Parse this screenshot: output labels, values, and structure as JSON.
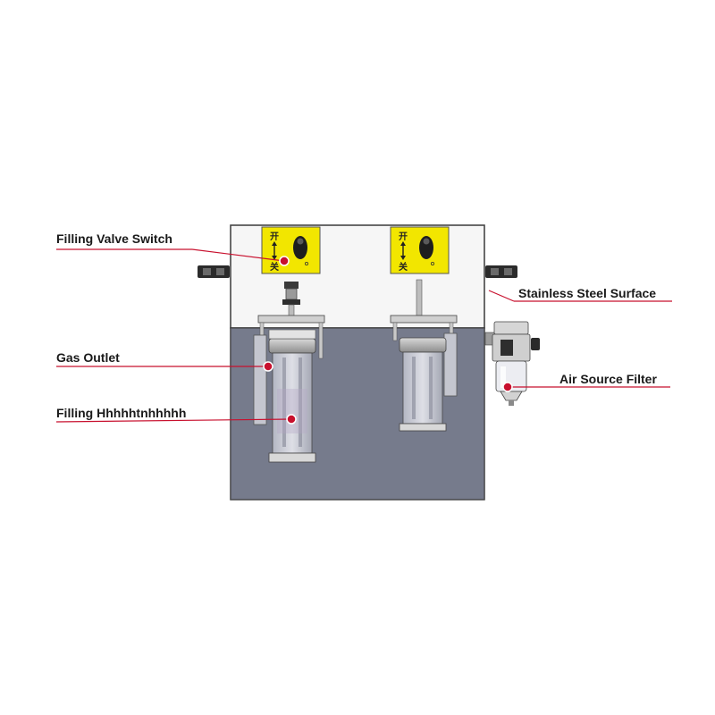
{
  "labels": {
    "filling_valve_switch": "Filling Valve Switch",
    "gas_outlet": "Gas Outlet",
    "filling_cylinder": "Filling Hhhhhtnhhhhh",
    "stainless_steel_surface": "Stainless Steel Surface",
    "air_source_filter": "Air Source Filter"
  },
  "valve_sign": {
    "open_char": "开",
    "close_char": "关"
  },
  "colors": {
    "leader_line": "#c8102e",
    "marker_dot": "#c8102e",
    "sign_yellow": "#f2e600",
    "lower_panel": "#6f7484",
    "upper_panel": "#f6f6f6",
    "callout_text": "#1a1a1a"
  },
  "icons": [
    "arrow-up-down-icon",
    "valve-knob-icon",
    "marker-dot-icon"
  ]
}
